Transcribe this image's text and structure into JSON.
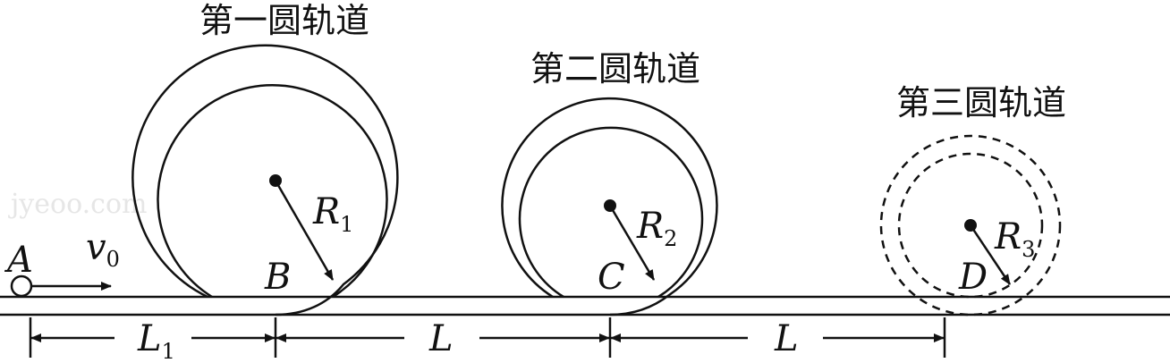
{
  "titles": {
    "first": "第一圆轨道",
    "second": "第二圆轨道",
    "third": "第三圆轨道"
  },
  "points": {
    "A": "A",
    "B": "B",
    "C": "C",
    "D": "D"
  },
  "velocity": {
    "symbol": "v",
    "subscript": "0"
  },
  "radii": [
    {
      "symbol": "R",
      "subscript": "1"
    },
    {
      "symbol": "R",
      "subscript": "2"
    },
    {
      "symbol": "R",
      "subscript": "3"
    }
  ],
  "distances": [
    {
      "symbol": "L",
      "subscript": "1"
    },
    {
      "symbol": "L",
      "subscript": ""
    },
    {
      "symbol": "L",
      "subscript": ""
    }
  ],
  "watermark": "jyeoo.com",
  "colors": {
    "ink": "#111111",
    "background": "#ffffff",
    "watermark": "#e6e6e6"
  }
}
